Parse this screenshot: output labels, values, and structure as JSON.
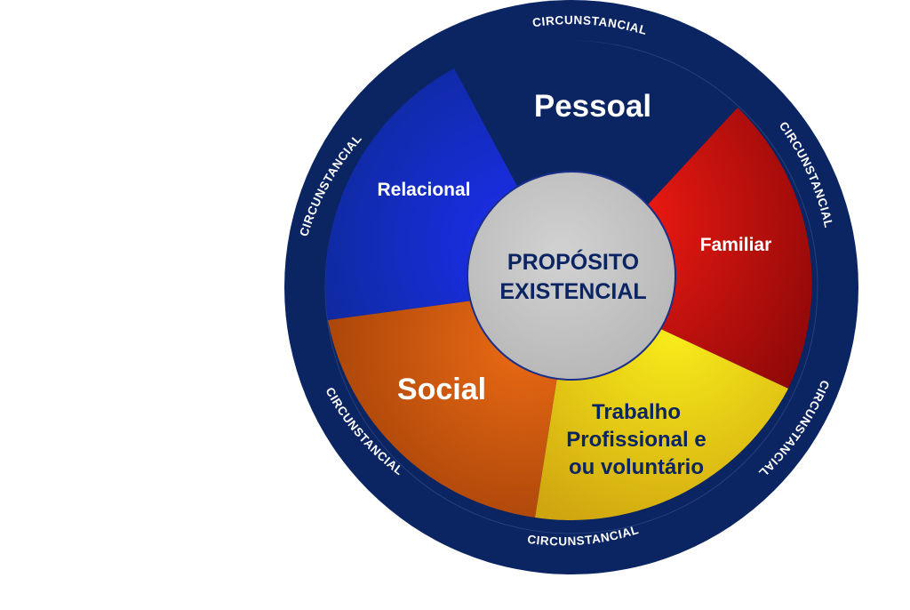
{
  "colors": {
    "ring": "#0b2462",
    "pessoal": "#0b2462",
    "relacional": "#1230c8",
    "familiar": "#cc1010",
    "trabalho": "#f0d010",
    "social": "#d05a10",
    "center": "#c4c4c4",
    "center_text": "#0b2462",
    "label_light": "#ffffff",
    "label_dark": "#0b2462"
  },
  "center": {
    "line1": "PROPÓSITO",
    "line2": "EXISTENCIAL"
  },
  "segments": {
    "pessoal": "Pessoal",
    "relacional": "Relacional",
    "familiar": "Familiar",
    "social": "Social",
    "trabalho": {
      "line1": "Trabalho",
      "line2": "Profissional e",
      "line3": "ou voluntário"
    }
  },
  "ring_labels": [
    "CIRCUNSTANCIAL",
    "CIRCUNSTANCIAL",
    "CIRCUNSTANCIAL",
    "CIRCUNSTANCIAL",
    "CIRCUNSTANCIAL",
    "CIRCUNSTANCIAL"
  ]
}
